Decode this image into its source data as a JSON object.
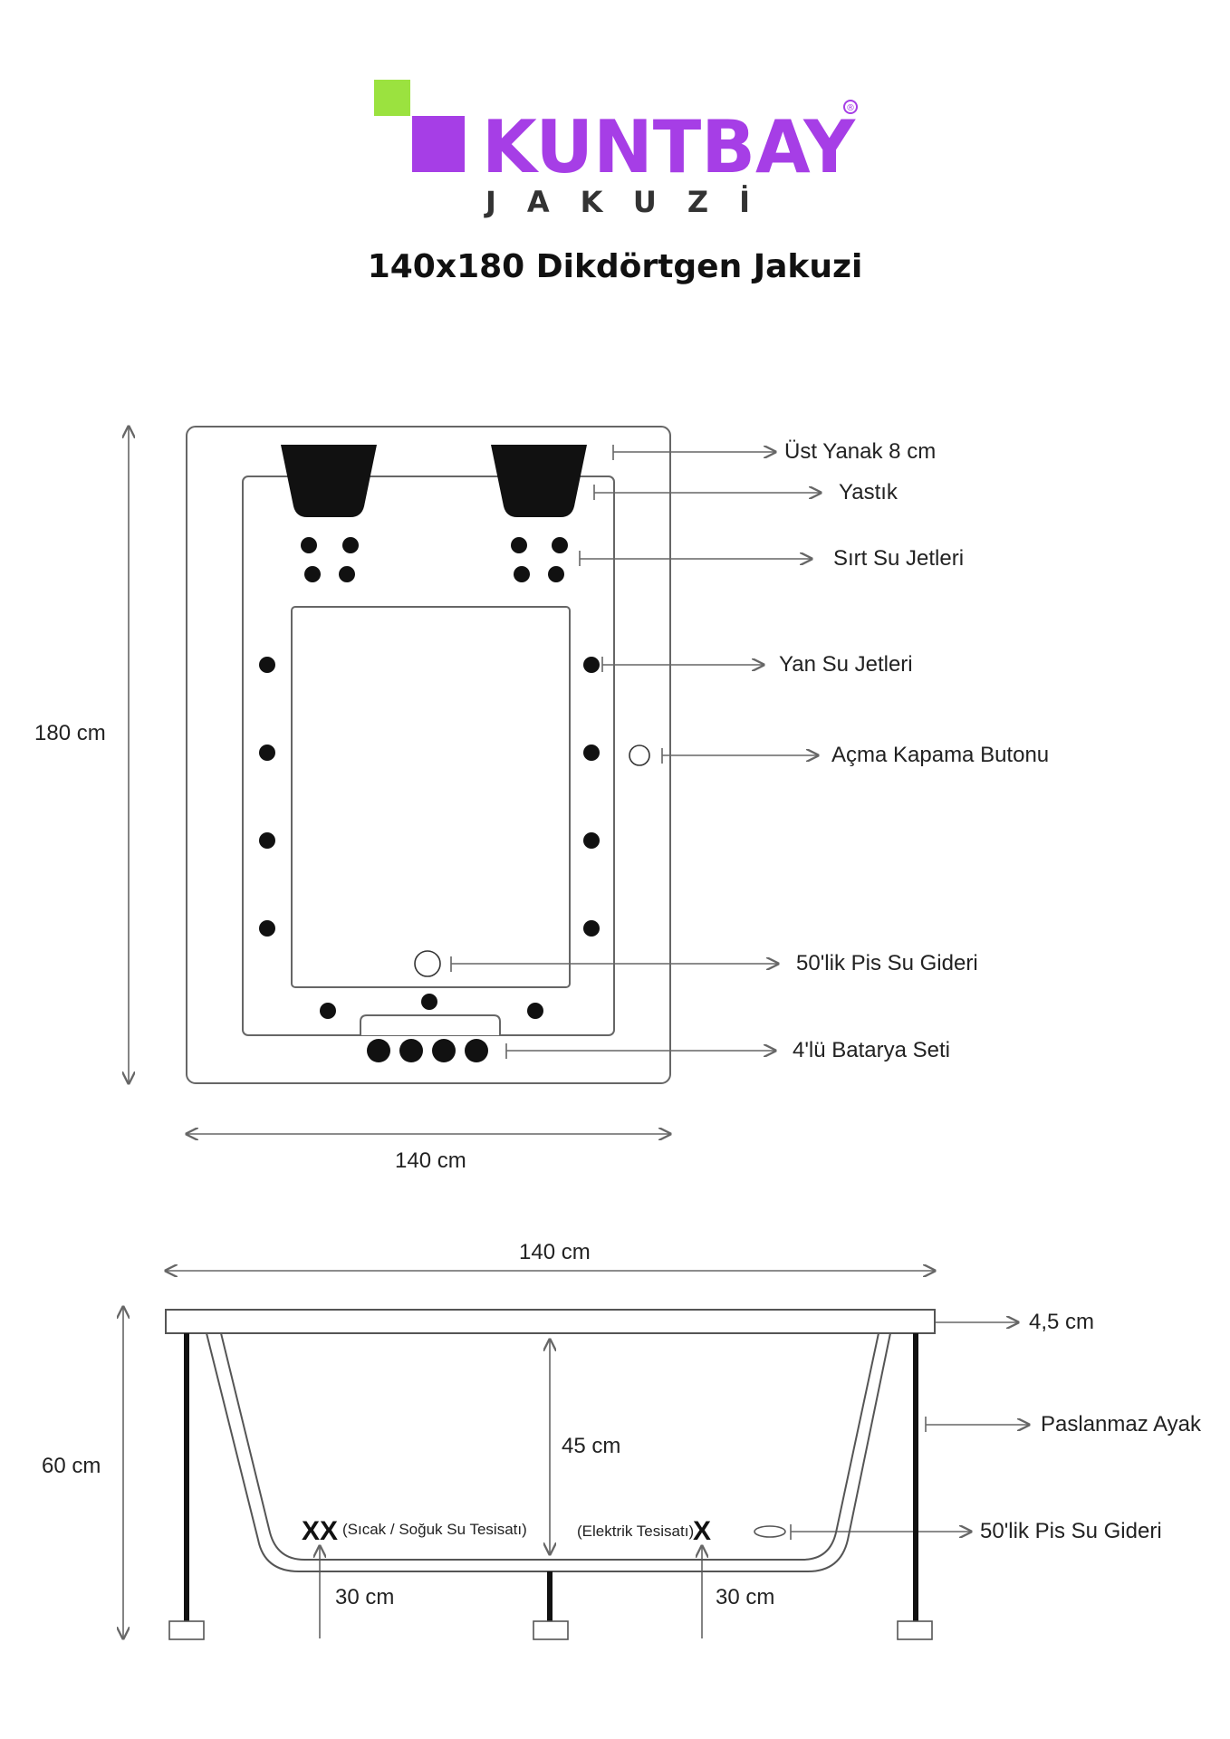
{
  "brand": {
    "name": "KUNTBAY",
    "registered": "®",
    "tagline": "JAKUZİ",
    "purple": "#a63ee6",
    "green": "#9be23f"
  },
  "title": "140x180 Dikdörtgen Jakuzi",
  "top_view": {
    "width_label": "140 cm",
    "height_label": "180 cm",
    "callouts": [
      "Üst Yanak 8 cm",
      "Yastık",
      "Sırt Su Jetleri",
      "Yan Su Jetleri",
      "Açma Kapama Butonu",
      "50'lik Pis Su Gideri",
      "4'lü Batarya Seti"
    ]
  },
  "side_view": {
    "width_label": "140 cm",
    "height_label": "60 cm",
    "inner_depth_label": "45 cm",
    "rim_label": "4,5 cm",
    "legs_label": "Paslanmaz Ayak",
    "drain_label": "50'lik Pis Su Gideri",
    "water_marker": "XX",
    "water_label": "(Sıcak / Soğuk Su Tesisatı)",
    "electric_label": "(Elektrik Tesisatı)",
    "electric_marker": "X",
    "water_height": "30 cm",
    "electric_height": "30 cm"
  },
  "colors": {
    "line": "#666666",
    "jet": "#111111"
  }
}
